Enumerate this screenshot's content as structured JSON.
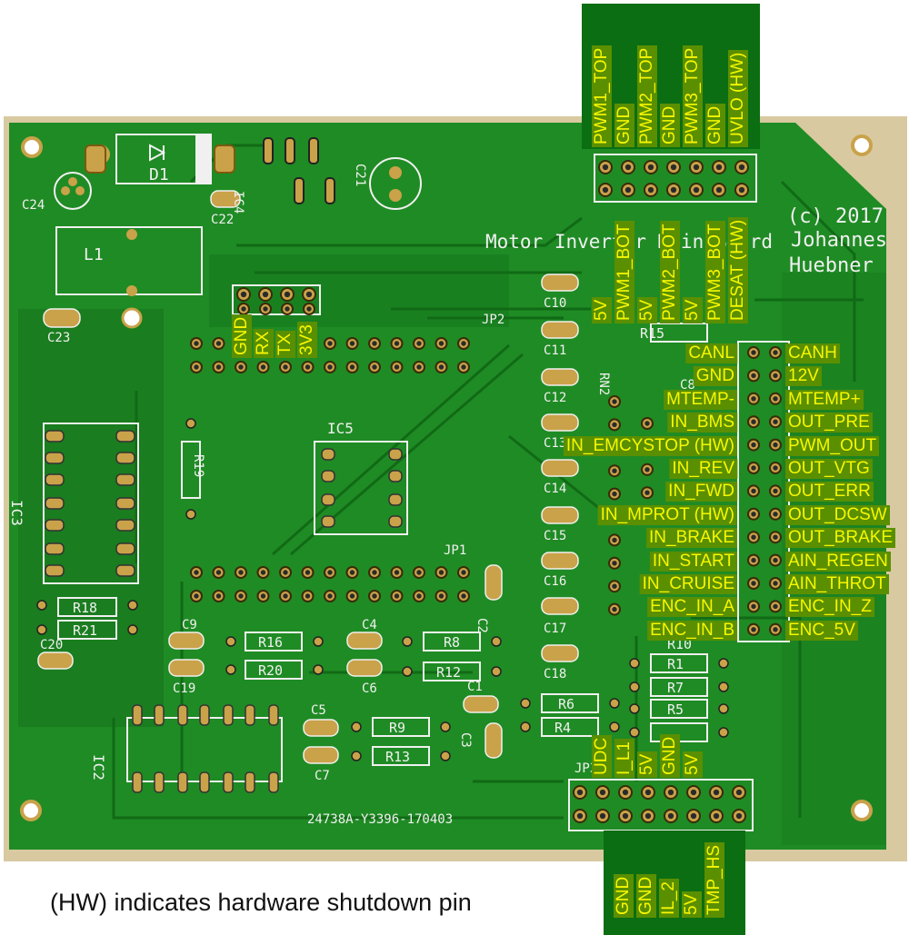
{
  "board": {
    "copyright": "(c) 2017",
    "author_line1": "Johannes",
    "author_line2": "Huebner",
    "title": "Motor Inverter Main Board",
    "part_number": "24738A-Y3396-170403"
  },
  "top_header": {
    "top_row": [
      "PWM1_TOP",
      "GND",
      "PWM2_TOP",
      "GND",
      "PWM3_TOP",
      "GND",
      "UVLO (HW)"
    ],
    "bottom_row": [
      "5V",
      "PWM1_BOT",
      "5V",
      "PWM2_BOT",
      "5V",
      "PWM3_BOT",
      "DESAT (HW)"
    ]
  },
  "uart_header": [
    "GND",
    "RX",
    "TX",
    "3V3"
  ],
  "main_header": {
    "left": [
      "CANL",
      "GND",
      "MTEMP-",
      "IN_BMS",
      "IN_EMCYSTOP (HW)",
      "IN_REV",
      "IN_FWD",
      "IN_MPROT (HW)",
      "IN_BRAKE",
      "IN_START",
      "IN_CRUISE",
      "ENC_IN_A",
      "ENC_IN_B"
    ],
    "right": [
      "CANH",
      "12V",
      "MTEMP+",
      "OUT_PRE",
      "PWM_OUT",
      "OUT_VTG",
      "OUT_ERR",
      "OUT_DCSW",
      "OUT_BRAKE",
      "AIN_REGEN",
      "AIN_THROT",
      "ENC_IN_Z",
      "ENC_5V"
    ]
  },
  "bottom_header": {
    "top_row": [
      "UDC",
      "I_L1",
      "5V",
      "GND",
      "5V"
    ],
    "bottom_row": [
      "GND",
      "GND",
      "IL_2",
      "5V",
      "TMP_HS"
    ]
  },
  "components": [
    "D1",
    "L1",
    "C24",
    "C22",
    "IC4",
    "C21",
    "C23",
    "C10",
    "C11",
    "C12",
    "C13",
    "C14",
    "C15",
    "C16",
    "C17",
    "C18",
    "JP2",
    "JP1",
    "JP3",
    "IC5",
    "IC3",
    "IC2",
    "R19",
    "R18",
    "R21",
    "R16",
    "R20",
    "R8",
    "R12",
    "R9",
    "R13",
    "R6",
    "R4",
    "R1",
    "R7",
    "R5",
    "R10",
    "R15",
    "RN2",
    "C1",
    "C2",
    "C3",
    "C4",
    "C5",
    "C6",
    "C7",
    "C8",
    "C9",
    "C19",
    "C20"
  ],
  "footnote": "(HW) indicates hardware shutdown pin",
  "colors": {
    "pcb": "#1e8a22",
    "pcb_dark": "#13701a",
    "copper": "#c9a24a",
    "label_bg": "#5a8f00",
    "label_text": "#f7f700",
    "header_bg": "#0b6e12"
  }
}
